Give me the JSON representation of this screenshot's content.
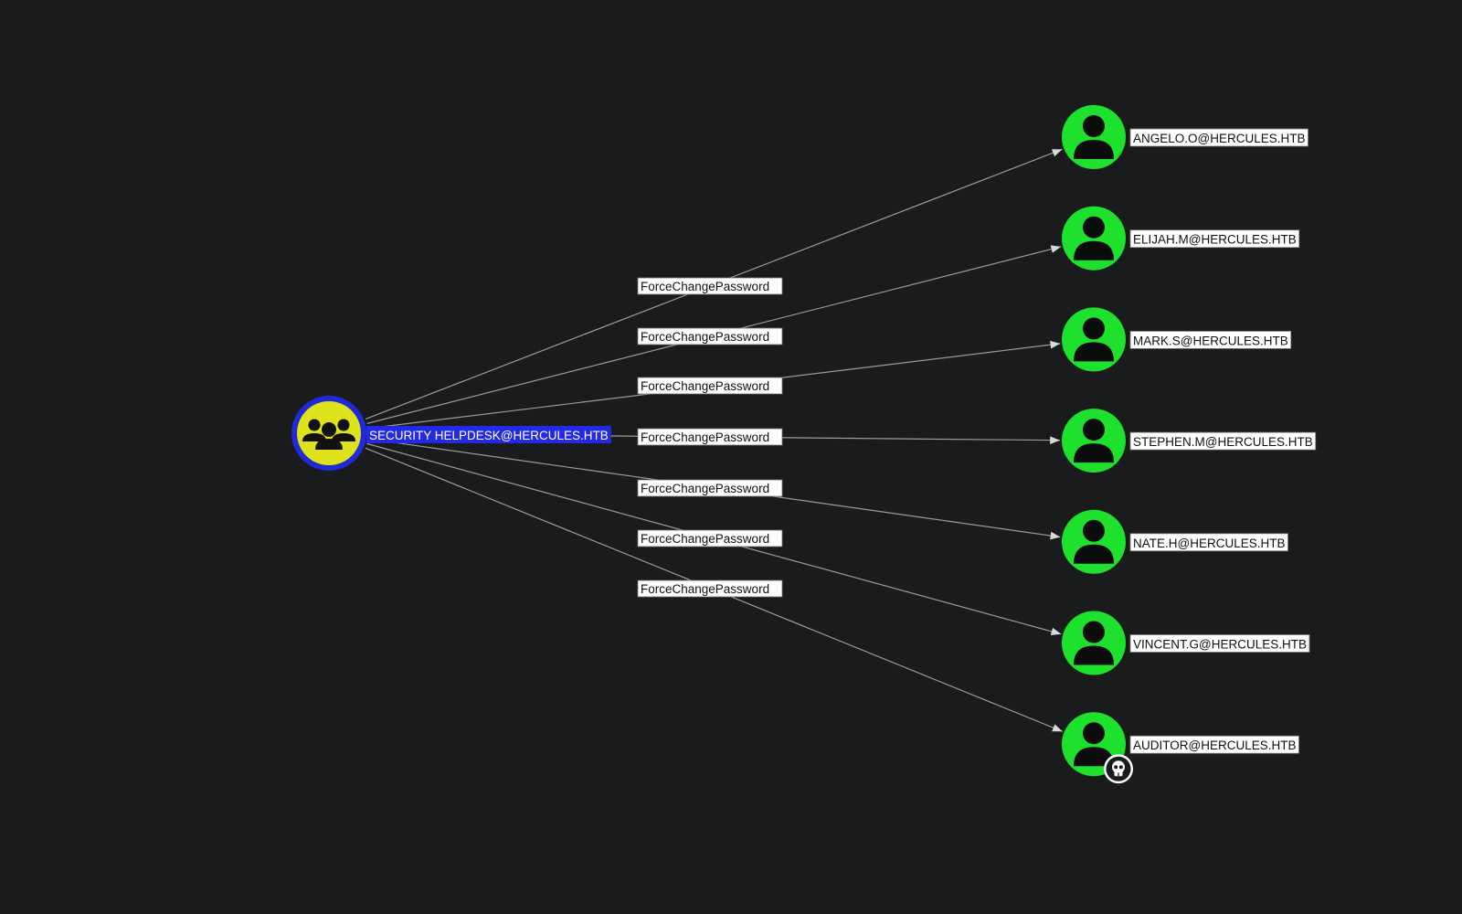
{
  "colors": {
    "background": "#1a1b1d",
    "group_fill": "#dde21a",
    "group_ring": "#1f2ad8",
    "group_label_bg": "#2329e6",
    "user_fill": "#1de12d",
    "edge": "#9a9a9a",
    "label_bg": "#ffffff"
  },
  "source": {
    "label": "SECURITY HELPDESK@HERCULES.HTB",
    "icon": "group-icon"
  },
  "edge_label": "ForceChangePassword",
  "targets": [
    {
      "label": "ANGELO.O@HERCULES.HTB",
      "icon": "user-icon"
    },
    {
      "label": "ELIJAH.M@HERCULES.HTB",
      "icon": "user-icon"
    },
    {
      "label": "MARK.S@HERCULES.HTB",
      "icon": "user-icon"
    },
    {
      "label": "STEPHEN.M@HERCULES.HTB",
      "icon": "user-icon"
    },
    {
      "label": "NATE.H@HERCULES.HTB",
      "icon": "user-icon"
    },
    {
      "label": "VINCENT.G@HERCULES.HTB",
      "icon": "user-icon"
    },
    {
      "label": "AUDITOR@HERCULES.HTB",
      "icon": "user-icon",
      "badge": "skull-icon"
    }
  ]
}
